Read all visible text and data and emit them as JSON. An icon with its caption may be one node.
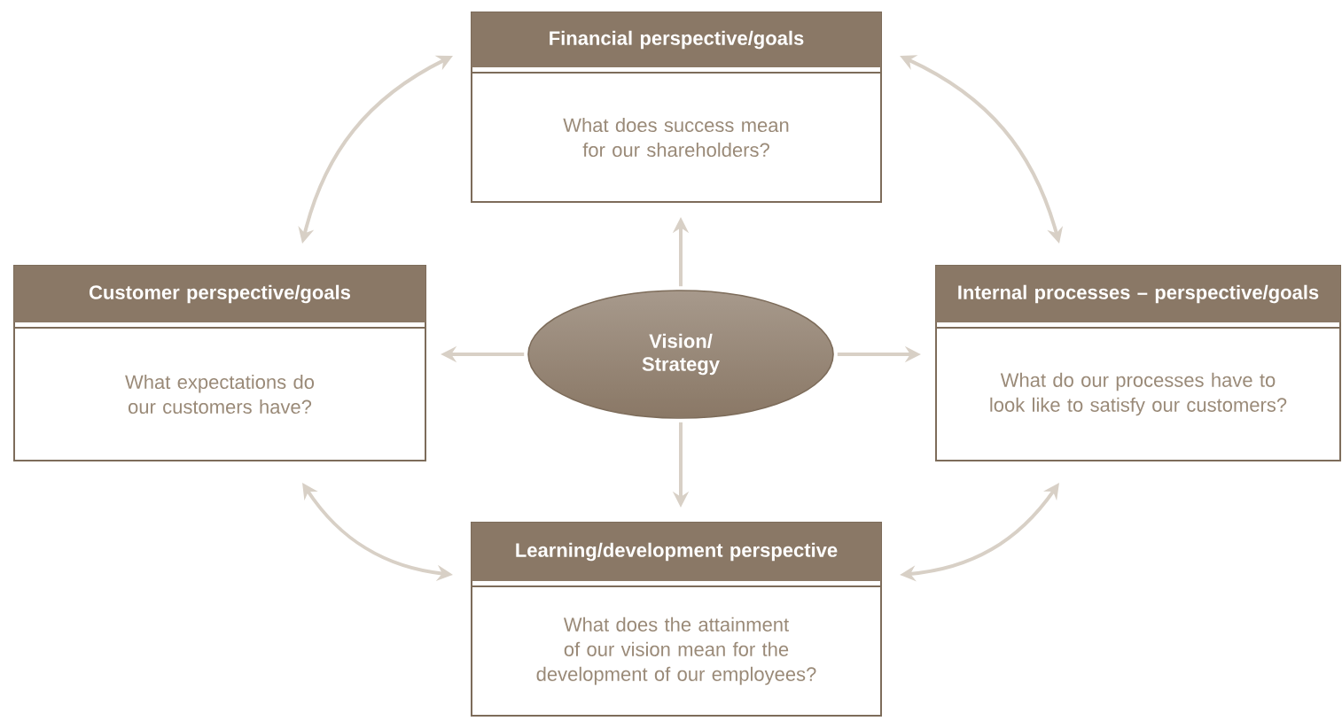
{
  "diagram": {
    "nodes": [
      {
        "text": [
          "Financial perspective/goals",
          "What does success mean for our shareholders?"
        ]
      },
      {
        "text": [
          "Customer perspective/goals",
          "What expectations do our customers have?"
        ]
      },
      {
        "text": [
          "Vision/ Strategy"
        ]
      },
      {
        "text": [
          "Internal processes – perspective/goals",
          "What do our processes have to look like to satisfy our customers?"
        ]
      },
      {
        "text": [
          "Learning/development perspective",
          "What does the attainment of our vision mean for the development of our employees?"
        ]
      }
    ],
    "edges": [
      {
        "from": 2,
        "to": 0,
        "arrow": "to"
      },
      {
        "from": 2,
        "to": 1,
        "arrow": "to"
      },
      {
        "from": 2,
        "to": 3,
        "arrow": "to"
      },
      {
        "from": 2,
        "to": 4,
        "arrow": "to"
      },
      {
        "from": 0,
        "to": 1,
        "arrow": "both"
      },
      {
        "from": 0,
        "to": 3,
        "arrow": "both"
      },
      {
        "from": 1,
        "to": 4,
        "arrow": "both"
      },
      {
        "from": 3,
        "to": 4,
        "arrow": "both"
      }
    ]
  }
}
